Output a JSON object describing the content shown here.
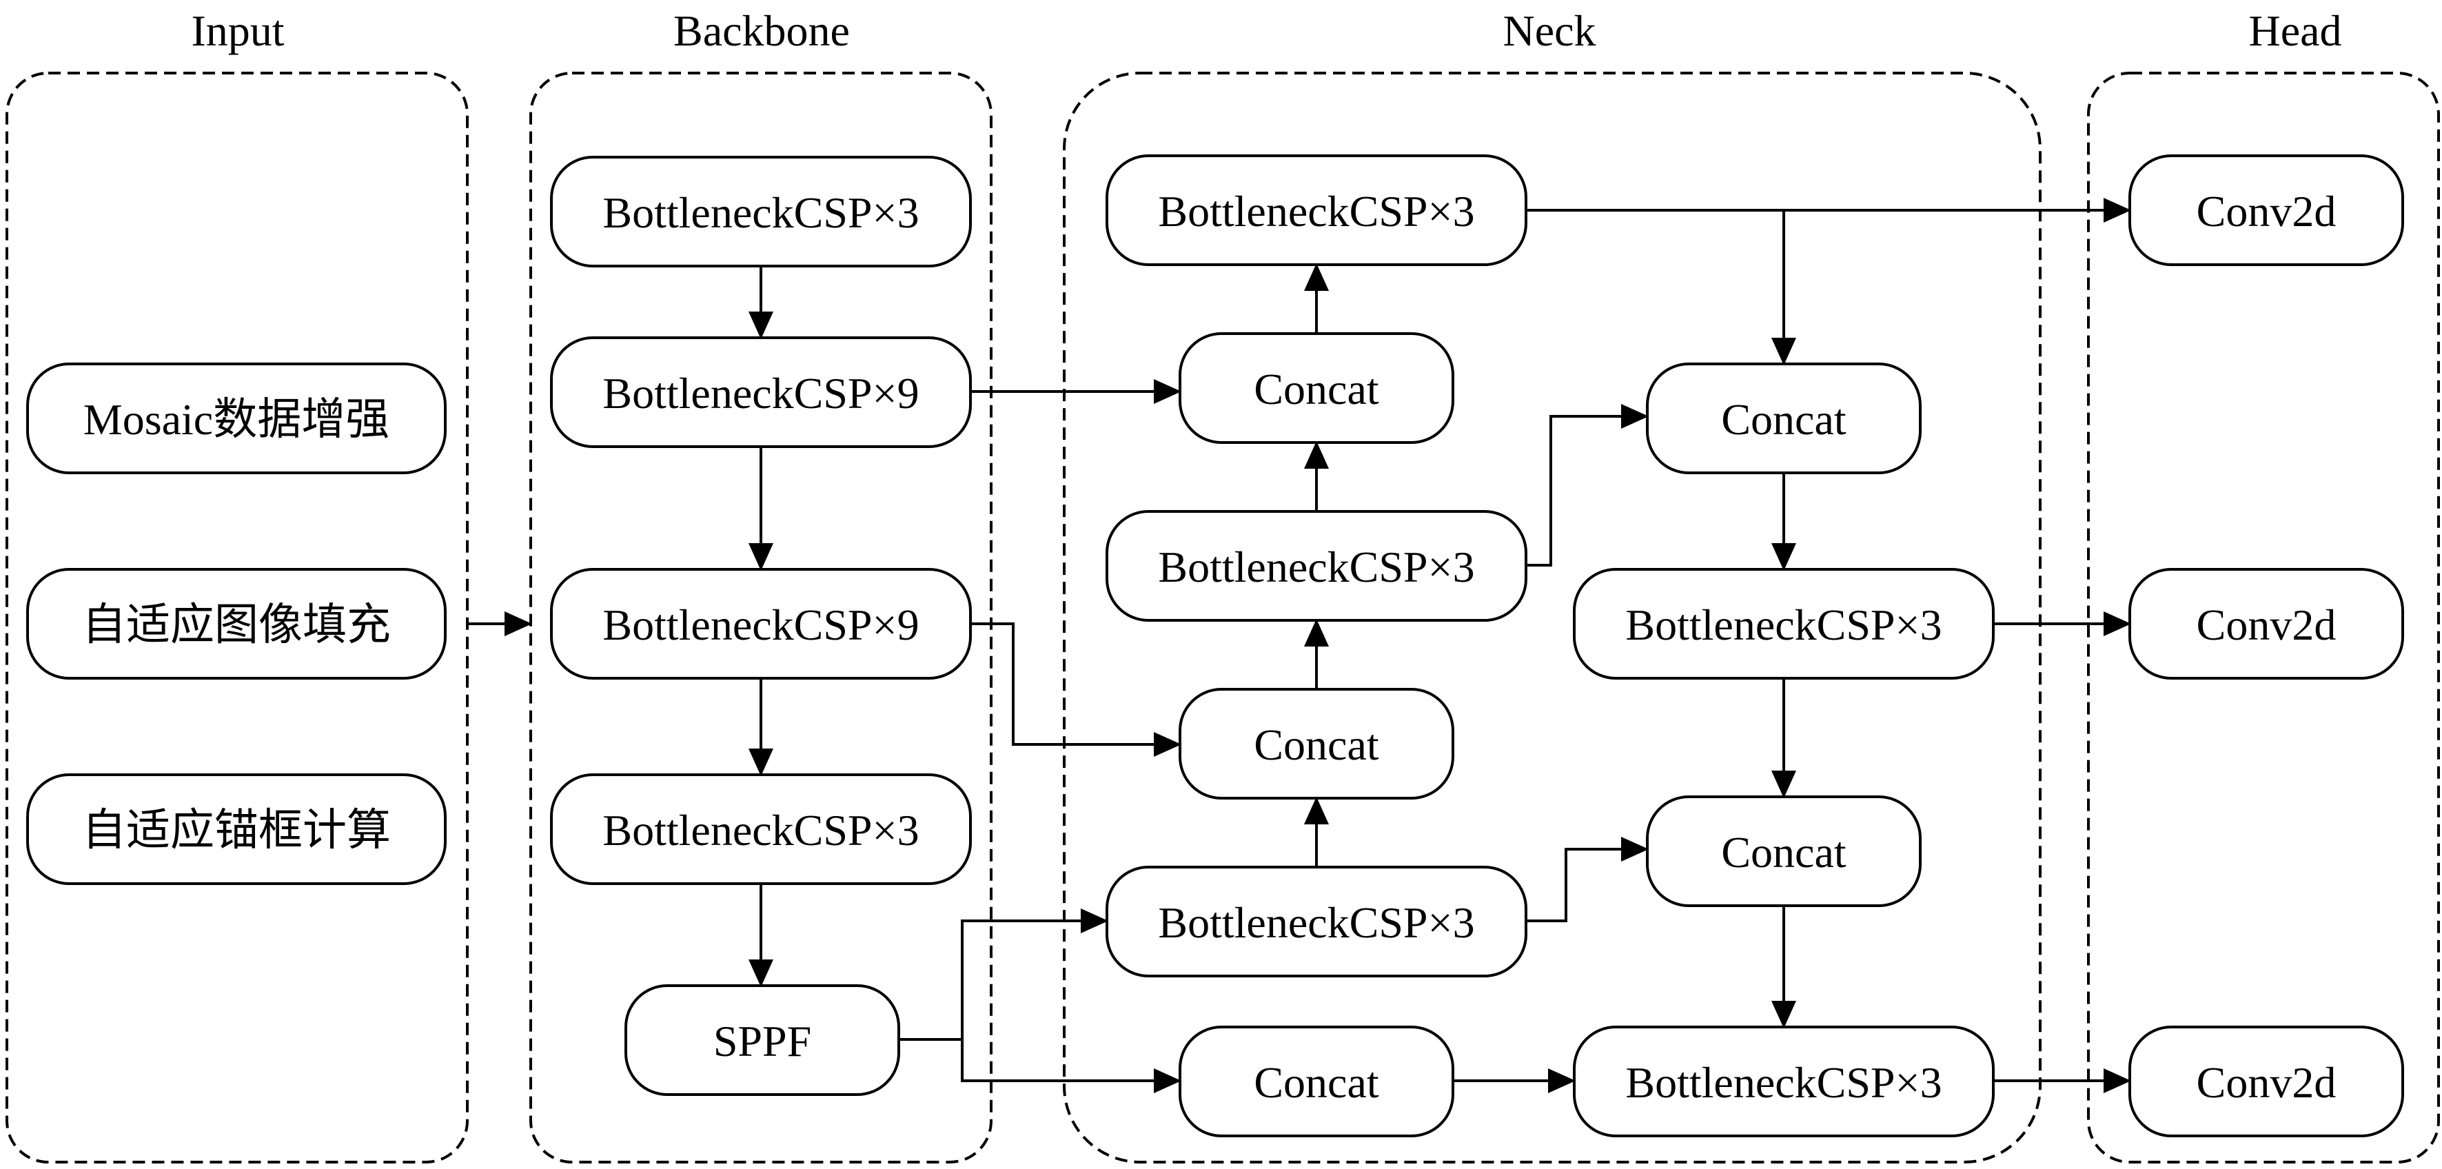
{
  "sections": {
    "input": "Input",
    "backbone": "Backbone",
    "neck": "Neck",
    "head": "Head"
  },
  "input_items": [
    "Mosaic数据增强",
    "自适应图像填充",
    "自适应锚框计算"
  ],
  "backbone_nodes": [
    "BottleneckCSP×3",
    "BottleneckCSP×9",
    "BottleneckCSP×9",
    "BottleneckCSP×3",
    "SPPF"
  ],
  "neck_nodes": {
    "top_csp": "BottleneckCSP×3",
    "concat_1": "Concat",
    "mid_csp": "BottleneckCSP×3",
    "concat_2": "Concat",
    "low_csp": "BottleneckCSP×3",
    "concat_bottom": "Concat",
    "right_concat_top": "Concat",
    "right_csp_mid": "BottleneckCSP×3",
    "right_concat_low": "Concat",
    "right_csp_bottom": "BottleneckCSP×3"
  },
  "head_nodes": [
    "Conv2d",
    "Conv2d",
    "Conv2d"
  ]
}
